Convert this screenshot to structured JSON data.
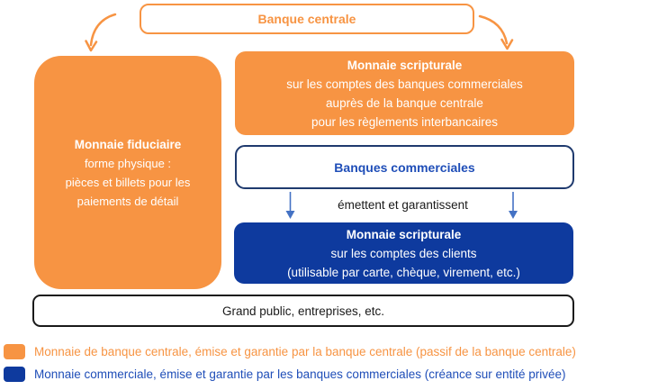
{
  "colors": {
    "orange": "#F79443",
    "dark_blue": "#0E3A9E",
    "navy_border": "#1F3A6E",
    "blue_text": "#1F4EB8",
    "arrow_blue": "#4472C4",
    "black": "#1a1a1a"
  },
  "nodes": {
    "banque_centrale": {
      "label": "Banque centrale"
    },
    "monnaie_fiduciaire": {
      "title": "Monnaie fiduciaire",
      "line1": "forme physique :",
      "line2": "pièces et billets pour les",
      "line3": "paiements de détail"
    },
    "scripturale_centrale": {
      "title": "Monnaie scripturale",
      "line1": "sur les comptes des banques commerciales",
      "line2": "auprès de la banque centrale",
      "line3": "pour les règlements interbancaires"
    },
    "banques_commerciales": {
      "label": "Banques commerciales"
    },
    "emission": {
      "label": "émettent et garantissent"
    },
    "scripturale_clients": {
      "title": "Monnaie scripturale",
      "line1": "sur les comptes des clients",
      "line2": "(utilisable par carte, chèque, virement, etc.)"
    },
    "grand_public": {
      "label": "Grand public, entreprises, etc."
    }
  },
  "legend": [
    {
      "color": "#F79443",
      "label": "Monnaie de banque centrale, émise et garantie par la banque centrale (passif de la banque centrale)"
    },
    {
      "color": "#0E3A9E",
      "label": "Monnaie commerciale, émise et garantie par les banques commerciales (créance sur entité privée)"
    }
  ]
}
